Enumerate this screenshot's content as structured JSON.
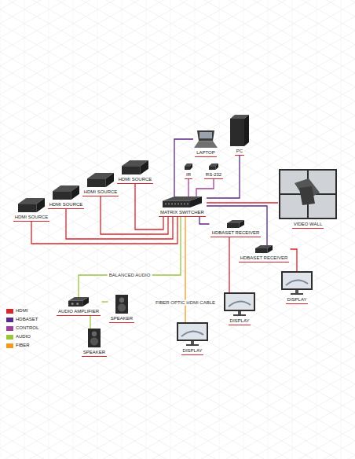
{
  "diagram": {
    "nodes": [
      {
        "text": [
          "PC"
        ]
      },
      {
        "text": [
          "LAPTOP"
        ]
      },
      {
        "text": [
          "IR"
        ]
      },
      {
        "text": [
          "RS-232"
        ]
      },
      {
        "text": [
          "HDMI SOURCE"
        ]
      },
      {
        "text": [
          "HDMI SOURCE"
        ]
      },
      {
        "text": [
          "HDMI SOURCE"
        ]
      },
      {
        "text": [
          "HDMI SOURCE"
        ]
      },
      {
        "text": [
          "MATRIX SWITCHER"
        ]
      },
      {
        "text": [
          "VIDEO WALL"
        ]
      },
      {
        "text": [
          "HDBASET RECEIVER"
        ]
      },
      {
        "text": [
          "HDBASET RECEIVER"
        ]
      },
      {
        "text": [
          "DISPLAY"
        ]
      },
      {
        "text": [
          "AUDIO AMPLIFIER"
        ]
      },
      {
        "text": [
          "DISPLAY"
        ]
      },
      {
        "text": [
          "SPEAKER"
        ]
      },
      {
        "text": [
          "DISPLAY"
        ]
      },
      {
        "text": [
          "SPEAKER"
        ]
      }
    ],
    "edges": [
      {
        "from": 8,
        "to": 4,
        "arrow": "none"
      },
      {
        "from": 8,
        "to": 5,
        "arrow": "none"
      },
      {
        "from": 8,
        "to": 6,
        "arrow": "none"
      },
      {
        "from": 8,
        "to": 7,
        "arrow": "none"
      },
      {
        "from": 8,
        "to": 0,
        "arrow": "none"
      },
      {
        "from": 8,
        "to": 1,
        "arrow": "none"
      },
      {
        "from": 8,
        "to": 2,
        "arrow": "none"
      },
      {
        "from": 8,
        "to": 3,
        "arrow": "none"
      },
      {
        "from": 8,
        "to": 9,
        "arrow": "none"
      },
      {
        "from": 8,
        "to": 10,
        "arrow": "none"
      },
      {
        "from": 8,
        "to": 11,
        "arrow": "none"
      },
      {
        "from": 10,
        "to": 14,
        "arrow": "none"
      },
      {
        "from": 11,
        "to": 12,
        "arrow": "none"
      },
      {
        "from": 8,
        "to": 16,
        "label": "FIBER OPTIC HDMI CABLE",
        "arrow": "none"
      },
      {
        "from": 8,
        "to": 13,
        "label": "BALANCED AUDIO",
        "arrow": "none"
      },
      {
        "from": 13,
        "to": 15,
        "arrow": "none"
      },
      {
        "from": 13,
        "to": 17,
        "arrow": "none"
      }
    ],
    "legend": [
      {
        "text": "HDMI",
        "color": "#d9262b"
      },
      {
        "text": "HDBASET",
        "color": "#5b2a86"
      },
      {
        "text": "CONTROL",
        "color": "#a0409b"
      },
      {
        "text": "AUDIO",
        "color": "#9bc53d"
      },
      {
        "text": "FIBER",
        "color": "#f39a1c"
      }
    ]
  }
}
